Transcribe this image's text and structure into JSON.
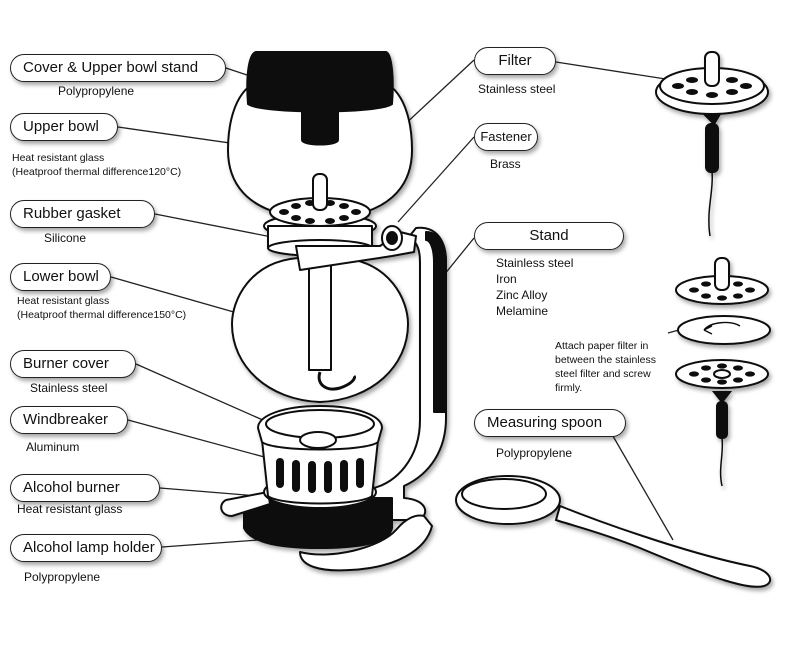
{
  "labels": {
    "cover": {
      "name": "Cover & Upper bowl stand",
      "material": "Polypropylene"
    },
    "upper_bowl": {
      "name": "Upper bowl",
      "material_1": "Heat resistant glass",
      "material_2": "(Heatproof thermal difference120°C)"
    },
    "rubber_gasket": {
      "name": "Rubber gasket",
      "material": "Silicone"
    },
    "lower_bowl": {
      "name": "Lower bowl",
      "material_1": "Heat resistant glass",
      "material_2": "(Heatproof thermal difference150°C)"
    },
    "burner_cover": {
      "name": "Burner cover",
      "material": "Stainless steel"
    },
    "windbreaker": {
      "name": "Windbreaker",
      "material": "Aluminum"
    },
    "alcohol_burner": {
      "name": "Alcohol burner",
      "material": "Heat resistant glass"
    },
    "lamp_holder": {
      "name": "Alcohol lamp holder",
      "material": "Polypropylene"
    },
    "filter": {
      "name": "Filter",
      "material": "Stainless steel"
    },
    "fastener": {
      "name": "Fastener",
      "material": "Brass"
    },
    "stand": {
      "name": "Stand",
      "materials": [
        "Stainless steel",
        "Iron",
        "Zinc Alloy",
        "Melamine"
      ]
    },
    "measuring_spoon": {
      "name": "Measuring spoon",
      "material": "Polypropylene"
    }
  },
  "note_lines": [
    "Attach paper filter in",
    "between the stainless",
    "steel filter and screw",
    "firmly."
  ]
}
